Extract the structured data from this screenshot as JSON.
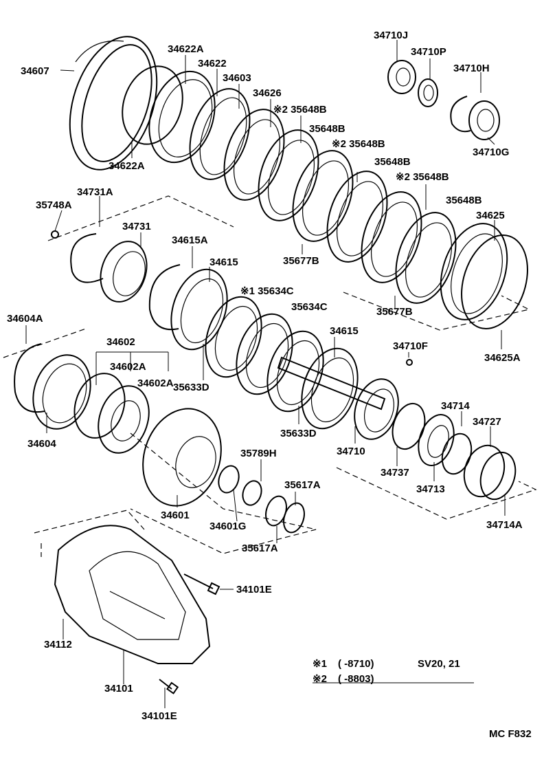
{
  "diagram_code": "MC F832",
  "labels": {
    "p34607": "34607",
    "p34622A_top": "34622A",
    "p34622": "34622",
    "p34603": "34603",
    "p34626": "34626",
    "p35648B_n2a": "※2 35648B",
    "p35648B_a": "35648B",
    "p35648B_n2b": "※2 35648B",
    "p35648B_b": "35648B",
    "p35648B_n2c": "※2 35648B",
    "p35648B_c": "35648B",
    "p34625": "34625",
    "p34622A_bot": "34622A",
    "p34710J": "34710J",
    "p34710P": "34710P",
    "p34710H": "34710H",
    "p34710G": "34710G",
    "p35748A": "35748A",
    "p34731A": "34731A",
    "p34731": "34731",
    "p34615A": "34615A",
    "p34615_a": "34615",
    "p35634C_n1": "※1 35634C",
    "p35634C": "35634C",
    "p35677B_a": "35677B",
    "p35677B_b": "35677B",
    "p34625A": "34625A",
    "p34604A": "34604A",
    "p34602": "34602",
    "p34602A_a": "34602A",
    "p34602A_b": "34602A",
    "p34604": "34604",
    "p35633D_a": "35633D",
    "p35633D_b": "35633D",
    "p34615_b": "34615",
    "p34710F": "34710F",
    "p34710": "34710",
    "p34714": "34714",
    "p34727": "34727",
    "p34737": "34737",
    "p34713": "34713",
    "p34714A": "34714A",
    "p34601": "34601",
    "p35789H": "35789H",
    "p34601G": "34601G",
    "p35617A_a": "35617A",
    "p35617A_b": "35617A",
    "p34101E_a": "34101E",
    "p34112": "34112",
    "p34101": "34101",
    "p34101E_b": "34101E"
  },
  "notes": [
    {
      "mark": "※1",
      "range": "(     -8710)",
      "models": "SV20, 21"
    },
    {
      "mark": "※2",
      "range": "(     -8803)",
      "models": ""
    }
  ]
}
